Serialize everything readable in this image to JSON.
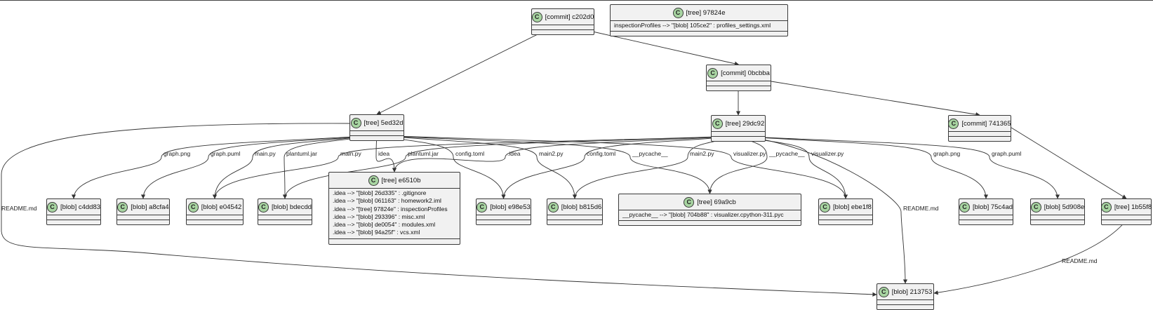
{
  "nodes": {
    "commit_c202d0": {
      "label": "[commit] c202d0",
      "icon": "C",
      "rows": []
    },
    "tree_97824e": {
      "label": "[tree] 97824e",
      "icon": "C",
      "rows": [
        "inspectionProfiles --> \"[blob] 105ce2\" : profiles_settings.xml"
      ]
    },
    "commit_0bcbba": {
      "label": "[commit] 0bcbba",
      "icon": "C",
      "rows": []
    },
    "tree_5ed32d": {
      "label": "[tree] 5ed32d",
      "icon": "C",
      "rows": []
    },
    "tree_29dc92": {
      "label": "[tree] 29dc92",
      "icon": "C",
      "rows": []
    },
    "commit_741365": {
      "label": "[commit] 741365",
      "icon": "C",
      "rows": []
    },
    "blob_c4dd83": {
      "label": "[blob] c4dd83",
      "icon": "C",
      "rows": []
    },
    "blob_a8cfa4": {
      "label": "[blob] a8cfa4",
      "icon": "C",
      "rows": []
    },
    "blob_e04542": {
      "label": "[blob] e04542",
      "icon": "C",
      "rows": []
    },
    "blob_bdecdd": {
      "label": "[blob] bdecdd",
      "icon": "C",
      "rows": []
    },
    "tree_e6510b": {
      "label": "[tree] e6510b",
      "icon": "C",
      "rows": [
        ".idea --> \"[blob] 26d335\" : .gitignore",
        ".idea --> \"[blob] 061163\" : homework2.iml",
        ".idea --> \"[tree] 97824e\" : inspectionProfiles",
        ".idea --> \"[blob] 293396\" : misc.xml",
        ".idea --> \"[blob] de0054\" : modules.xml",
        ".idea --> \"[blob] 94a25f\" : vcs.xml"
      ]
    },
    "blob_e98e53": {
      "label": "[blob] e98e53",
      "icon": "C",
      "rows": []
    },
    "blob_b815d6": {
      "label": "[blob] b815d6",
      "icon": "C",
      "rows": []
    },
    "tree_69a9cb": {
      "label": "[tree] 69a9cb",
      "icon": "C",
      "rows": [
        "__pycache__ --> \"[blob] 704b88\" : visualizer.cpython-311.pyc"
      ]
    },
    "blob_ebe1f8": {
      "label": "[blob] ebe1f8",
      "icon": "C",
      "rows": []
    },
    "blob_75c4ad": {
      "label": "[blob] 75c4ad",
      "icon": "C",
      "rows": []
    },
    "blob_5d908e": {
      "label": "[blob] 5d908e",
      "icon": "C",
      "rows": []
    },
    "tree_1b55f8": {
      "label": "[tree] 1b55f8",
      "icon": "C",
      "rows": []
    },
    "blob_213753": {
      "label": "[blob] 213753",
      "icon": "C",
      "rows": []
    }
  },
  "edges": [
    {
      "from": "commit_c202d0",
      "to": "tree_5ed32d",
      "label": ""
    },
    {
      "from": "commit_c202d0",
      "to": "commit_0bcbba",
      "label": ""
    },
    {
      "from": "commit_0bcbba",
      "to": "tree_29dc92",
      "label": ""
    },
    {
      "from": "commit_0bcbba",
      "to": "commit_741365",
      "label": ""
    },
    {
      "from": "commit_741365",
      "to": "tree_1b55f8",
      "label": ""
    },
    {
      "from": "tree_5ed32d",
      "to": "blob_c4dd83",
      "label": "graph.png"
    },
    {
      "from": "tree_5ed32d",
      "to": "blob_a8cfa4",
      "label": "graph.puml"
    },
    {
      "from": "tree_5ed32d",
      "to": "blob_e04542",
      "label": "main.py"
    },
    {
      "from": "tree_5ed32d",
      "to": "blob_bdecdd",
      "label": "plantuml.jar"
    },
    {
      "from": "tree_5ed32d",
      "to": "tree_e6510b",
      "label": "idea"
    },
    {
      "from": "tree_5ed32d",
      "to": "blob_e98e53",
      "label": "config.toml"
    },
    {
      "from": "tree_5ed32d",
      "to": "blob_b815d6",
      "label": "main2.py"
    },
    {
      "from": "tree_5ed32d",
      "to": "tree_69a9cb",
      "label": "__pycache__"
    },
    {
      "from": "tree_5ed32d",
      "to": "blob_ebe1f8",
      "label": "visualizer.py"
    },
    {
      "from": "tree_5ed32d",
      "to": "blob_213753",
      "label": "README.md"
    },
    {
      "from": "tree_29dc92",
      "to": "blob_e04542",
      "label": "main.py"
    },
    {
      "from": "tree_29dc92",
      "to": "blob_bdecdd",
      "label": "plantuml.jar"
    },
    {
      "from": "tree_29dc92",
      "to": "tree_e6510b",
      "label": ".idea"
    },
    {
      "from": "tree_29dc92",
      "to": "blob_e98e53",
      "label": "config.toml"
    },
    {
      "from": "tree_29dc92",
      "to": "blob_b815d6",
      "label": "main2.py"
    },
    {
      "from": "tree_29dc92",
      "to": "tree_69a9cb",
      "label": "__pycache__"
    },
    {
      "from": "tree_29dc92",
      "to": "blob_ebe1f8",
      "label": "visualizer.py"
    },
    {
      "from": "tree_29dc92",
      "to": "blob_213753",
      "label": "README.md"
    },
    {
      "from": "tree_29dc92",
      "to": "blob_75c4ad",
      "label": "graph.png"
    },
    {
      "from": "tree_29dc92",
      "to": "blob_5d908e",
      "label": "graph.puml"
    },
    {
      "from": "tree_1b55f8",
      "to": "blob_213753",
      "label": "README.md"
    }
  ]
}
